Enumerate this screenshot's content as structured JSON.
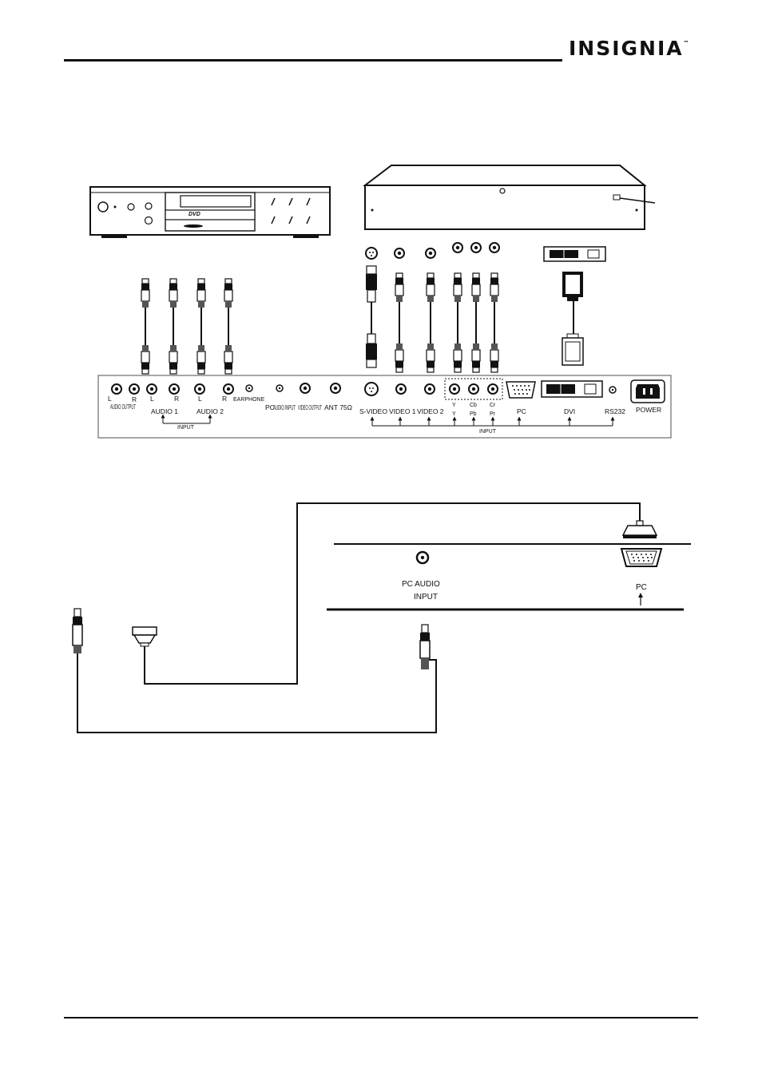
{
  "brand": {
    "name": "INSIGNIA",
    "tm": "™"
  },
  "dvd_player": {
    "logo": "DVD"
  },
  "panel": {
    "audio_l": "L",
    "audio_r": "R",
    "audio_output": "AUDIO OUTPUT",
    "audio1_l": "L",
    "audio1_r": "R",
    "audio1": "AUDIO 1",
    "audio2_l": "L",
    "audio2_r": "R",
    "audio2": "AUDIO 2",
    "audio_input": "INPUT",
    "earphone": "EARPHONE",
    "pc": "PC",
    "audio_input_label": "AUDIO INPUT",
    "video_output": "VIDEO OUTPUT",
    "ant": "ANT 75Ω",
    "svideo": "S-VIDEO",
    "video1": "VIDEO 1",
    "video2": "VIDEO 2",
    "y_top": "Y",
    "y_bottom": "Y",
    "pb_top": "Cb",
    "pb_bottom": "Pb",
    "pr_top": "Cr",
    "pr_bottom": "Pr",
    "pc_label": "PC",
    "dvi": "DVI",
    "rs232": "RS232",
    "power": "POWER",
    "video_input": "INPUT"
  },
  "detail": {
    "pc_audio": "PC AUDIO",
    "input": "INPUT",
    "pc": "PC"
  }
}
